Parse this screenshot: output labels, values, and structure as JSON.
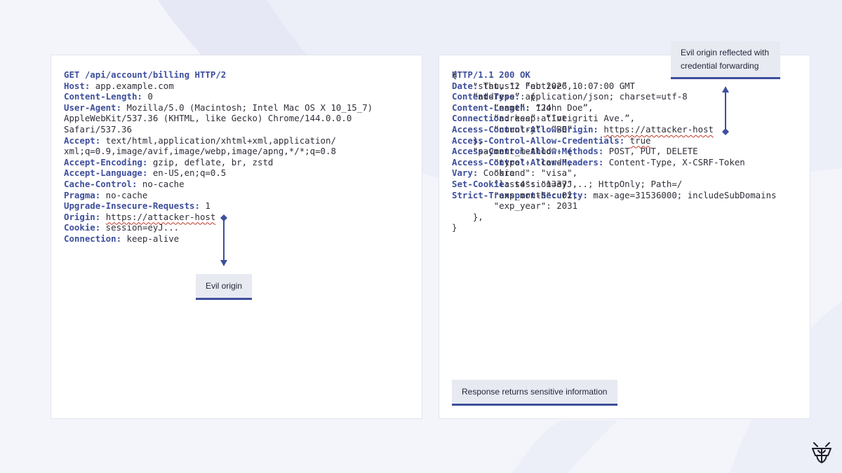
{
  "request": {
    "request_line": "GET /api/account/billing HTTP/2",
    "headers": [
      {
        "name": "Host:",
        "value": " app.example.com"
      },
      {
        "name": "Content-Length:",
        "value": " 0"
      },
      {
        "name": "User-Agent:",
        "value": " Mozilla/5.0 (Macintosh; Intel Mac OS X 10_15_7)"
      },
      {
        "name": "",
        "value": "AppleWebKit/537.36 (KHTML, like Gecko) Chrome/144.0.0.0"
      },
      {
        "name": "",
        "value": "Safari/537.36"
      },
      {
        "name": "Accept:",
        "value": " text/html,application/xhtml+xml,application/"
      },
      {
        "name": "",
        "value": "xml;q=0.9,image/avif,image/webp,image/apng,*/*;q=0.8"
      },
      {
        "name": "Accept-Encoding:",
        "value": " gzip, deflate, br, zstd"
      },
      {
        "name": "Accept-Language:",
        "value": " en-US,en;q=0.5"
      },
      {
        "name": "Cache-Control:",
        "value": " no-cache"
      },
      {
        "name": "Pragma:",
        "value": " no-cache"
      },
      {
        "name": "Upgrade-Insecure-Requests:",
        "value": " 1"
      },
      {
        "name": "Origin:",
        "value": " ",
        "highlight": "https://attacker-host"
      },
      {
        "name": "Cookie:",
        "value": " session=eyJ..."
      },
      {
        "name": "Connection:",
        "value": " keep-alive"
      }
    ]
  },
  "response": {
    "status_line": "HTTP/1.1 200 OK",
    "headers": [
      {
        "name": "Date:",
        "value": " Thu, 12 Feb 2026 10:07:00 GMT"
      },
      {
        "name": "Content-Type:",
        "value": " application/json; charset=utf-8"
      },
      {
        "name": "Content-Length:",
        "value": " 124"
      },
      {
        "name": "Connection:",
        "value": " keep-alive"
      },
      {
        "name": "Access-Control-Allow-Origin:",
        "value": " ",
        "highlight": "https://attacker-host"
      },
      {
        "name": "Access-Control-Allow-Credentials:",
        "value": " ",
        "highlight": "true"
      },
      {
        "name": "Access-Control-Allow-Methods:",
        "value": " POST, PUT, DELETE"
      },
      {
        "name": "Access-Control-Allow-Headers:",
        "value": " Content-Type, X-CSRF-Token"
      },
      {
        "name": "Vary:",
        "value": " Cookie"
      },
      {
        "name": "Set-Cookie:",
        "value": " session=eyJ...; HttpOnly; Path=/"
      },
      {
        "name": "Strict-Transport-Security:",
        "value": " max-age=31536000; includeSubDomains"
      }
    ],
    "body_lines": [
      "{",
      "    \"status\": “active”,",
      "    “address”: {",
      "        “name”: “John Doe”,",
      "        “adress”: “Intigriti Ave.”,",
      "        “country”: ”BE”",
      "    },",
      "    \"payment_method\": {",
      "        \"type\": \"card\",",
      "        \"brand\": \"visa\",",
      "        \"last4\": \"1337\",",
      "        \"exp_month\": 02,",
      "        \"exp_year\": 2031",
      "    },",
      "}"
    ]
  },
  "annotations": {
    "evil_origin": "Evil origin",
    "reflected_line1": "Evil origin reflected with",
    "reflected_line2": "credential forwarding",
    "sensitive": "Response returns sensitive information"
  },
  "colors": {
    "accent": "#3e4f9c",
    "background": "#f4f5fb",
    "panel": "#ffffff",
    "tag_background": "#e8eaf2",
    "squiggle": "#c0392b"
  },
  "icons": {
    "brand_logo": "bug-logo-icon",
    "arrow": "double-arrow-icon"
  }
}
